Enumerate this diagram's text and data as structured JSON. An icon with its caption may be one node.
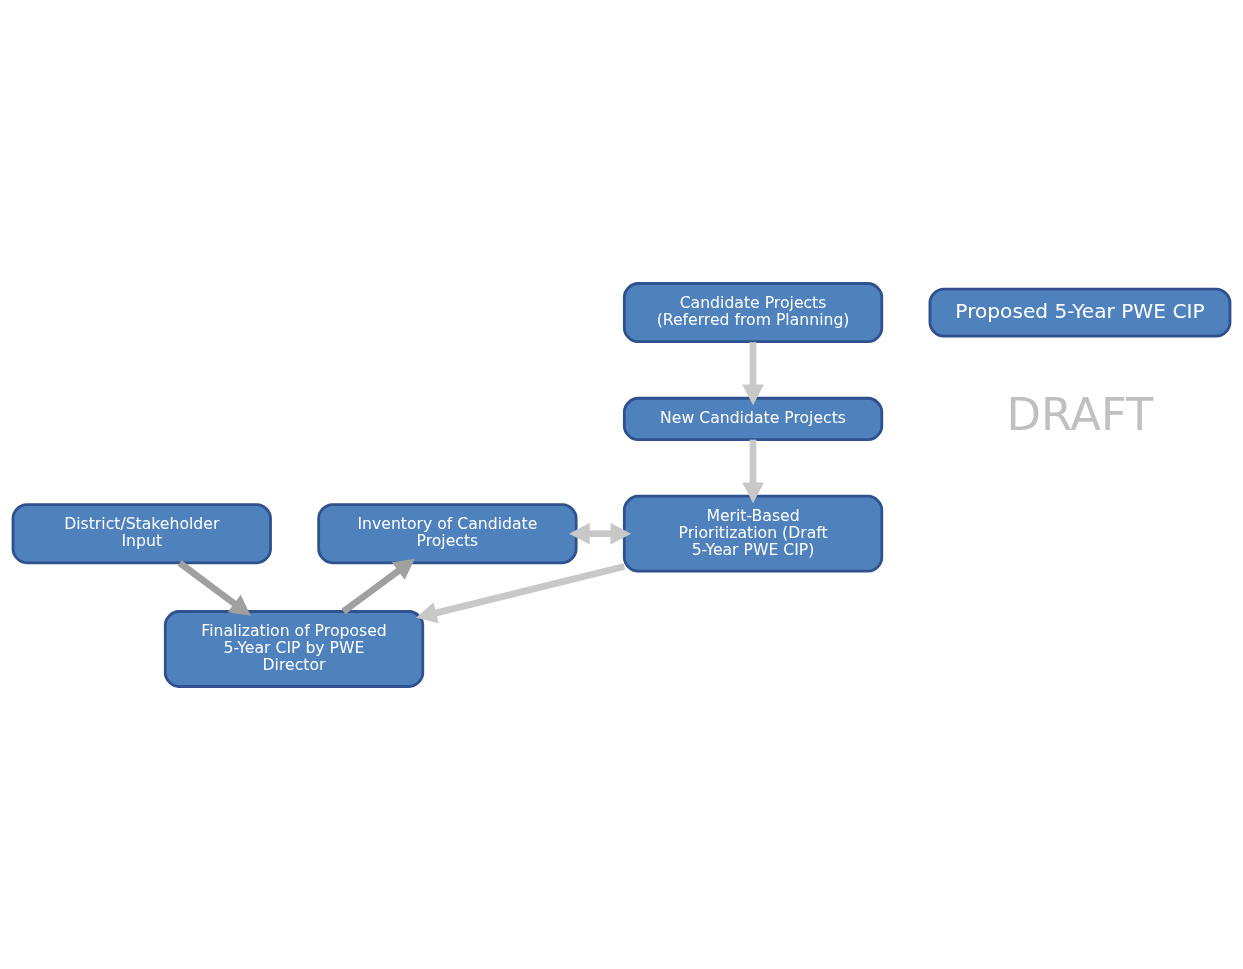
{
  "diagram": {
    "nodes": [
      {
        "text": [
          "Candidate Projects (Referred from Planning)"
        ]
      },
      {
        "text": [
          "New Candidate Projects"
        ]
      },
      {
        "text": [
          "Inventory of Candidate Projects"
        ]
      },
      {
        "text": [
          "Merit-Based Prioritization (Draft 5-Year PWE CIP)"
        ]
      },
      {
        "text": [
          "District/Stakeholder Input"
        ]
      },
      {
        "text": [
          "Finalization of Proposed 5-Year CIP by PWE Director"
        ]
      },
      {
        "text": [
          "Proposed 5-Year PWE CIP"
        ]
      }
    ],
    "edges": [
      {
        "from": 0,
        "to": 1,
        "arrow": "to"
      },
      {
        "from": 1,
        "to": 3,
        "arrow": "to"
      },
      {
        "from": 2,
        "to": 3,
        "arrow": "both"
      },
      {
        "from": 3,
        "to": 5,
        "arrow": "to"
      },
      {
        "from": 4,
        "to": 5,
        "arrow": "to",
        "color": "#a0a0a0"
      },
      {
        "from": 5,
        "to": 2,
        "arrow": "to",
        "color": "#a0a0a0"
      }
    ],
    "labels": [
      "DRAFT"
    ]
  }
}
